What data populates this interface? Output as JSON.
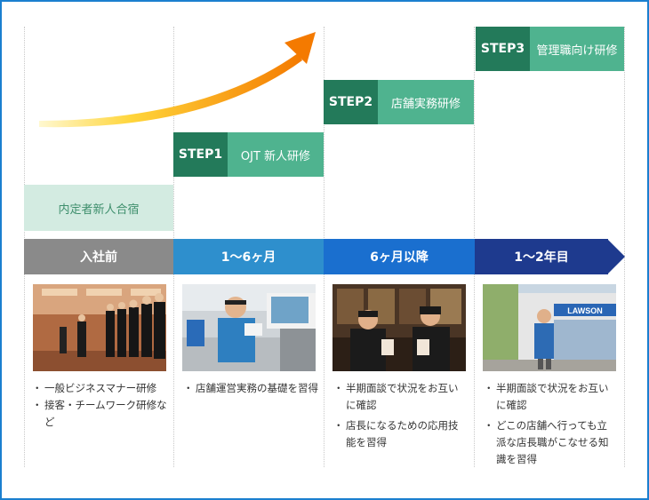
{
  "steps": [
    {
      "code": "STEP1",
      "name": "OJT 新人研修"
    },
    {
      "code": "STEP2",
      "name": "店舗実務研修"
    },
    {
      "code": "STEP3",
      "name": "管理職向け研修"
    }
  ],
  "camp_label": "内定者新人合宿",
  "phases": [
    {
      "label": "入社前",
      "color": "#8a8a8a"
    },
    {
      "label": "1〜6ヶ月",
      "color": "#2e8fcd"
    },
    {
      "label": "6ヶ月以降",
      "color": "#1a6fcf"
    },
    {
      "label": "1〜2年目",
      "color": "#1e3a8e"
    }
  ],
  "columns": [
    {
      "bullets": [
        "一般ビジネスマナー研修",
        "接客・チームワーク研修など"
      ]
    },
    {
      "bullets": [
        "店舗運営実務の基礎を習得"
      ]
    },
    {
      "bullets": [
        "半期面談で状況をお互いに確認",
        "店長になるための応用技能を習得"
      ]
    },
    {
      "bullets": [
        "半期面談で状況をお互いに確認",
        "どこの店舗へ行っても立派な店長職がこなせる知識を習得"
      ]
    }
  ],
  "photo4_sign": "LAWSON",
  "colors": {
    "frame": "#1b7fcf",
    "step_dark": "#237a5a",
    "step_light": "#4fb38f",
    "arrow_start": "#ffe066",
    "arrow_end": "#f47a00"
  }
}
